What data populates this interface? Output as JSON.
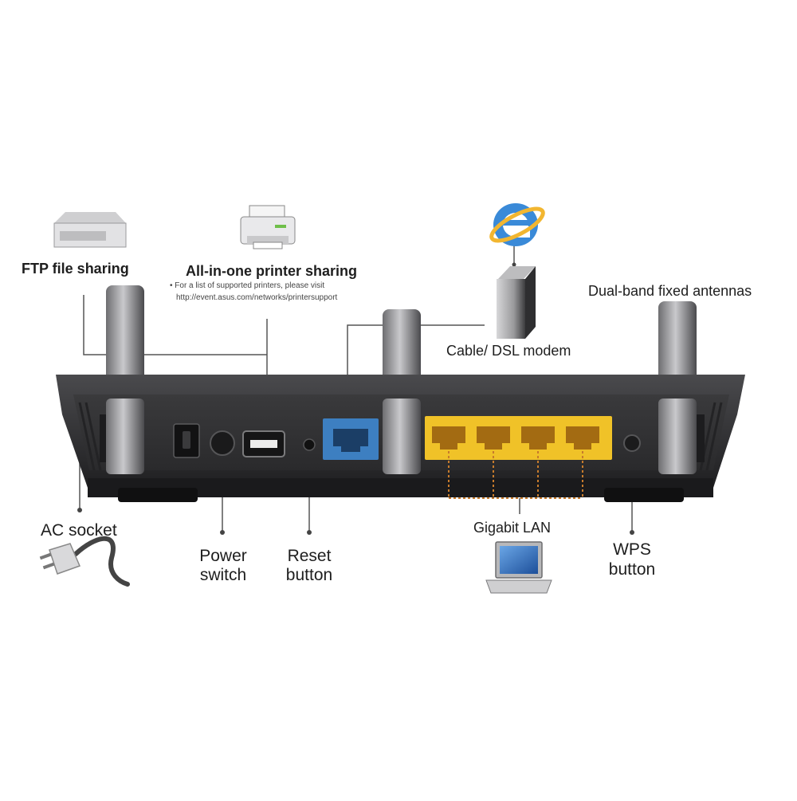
{
  "labels": {
    "ftp": "FTP file sharing",
    "printer": "All-in-one printer sharing",
    "printer_note_1": "• For a list of supported printers, please visit",
    "printer_note_2": "http://event.asus.com/networks/printersupport",
    "modem": "Cable/ DSL modem",
    "antennas": "Dual-band fixed antennas",
    "ac_socket": "AC socket",
    "power_1": "Power",
    "power_2": "switch",
    "reset_1": "Reset",
    "reset_2": "button",
    "gigabit_lan": "Gigabit LAN",
    "wps_1": "WPS",
    "wps_2": "button"
  },
  "colors": {
    "router_body": "#2b2b2d",
    "wan_port": "#3d7fc1",
    "lan_port": "#f0c228",
    "callout_line": "#555555",
    "lan_leader": "#c77b2c"
  },
  "icons": [
    "hard-drive-icon",
    "printer-icon",
    "internet-explorer-icon",
    "modem-icon",
    "laptop-icon",
    "power-plug-icon"
  ]
}
